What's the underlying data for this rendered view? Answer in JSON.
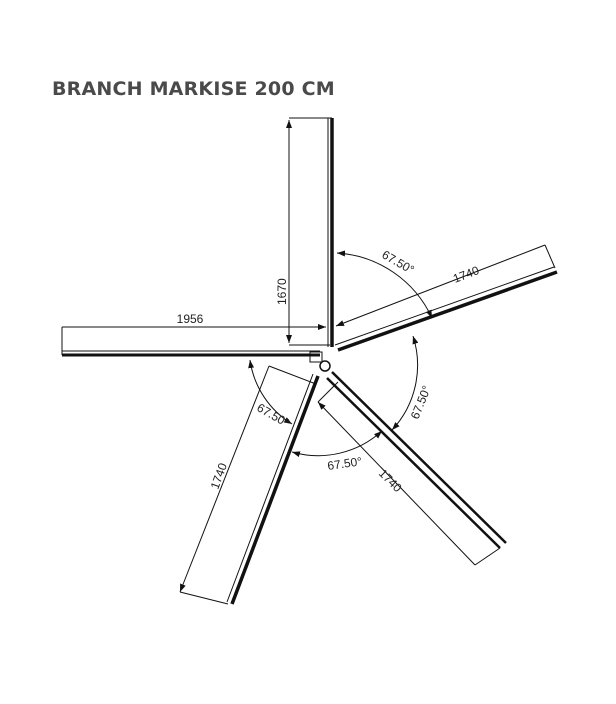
{
  "title": "BRANCH MARKISE 200 CM",
  "dimensions": {
    "left_arm_length": "1956",
    "top_arm_length": "1670",
    "right_arm_length": "1740",
    "lower_right_arm_length": "1740",
    "lower_left_arm_length": "1740"
  },
  "angles": {
    "top_right": "67.50°",
    "right_lower": "67.50°",
    "bottom": "67.50°",
    "lower_left": "67.50°"
  }
}
